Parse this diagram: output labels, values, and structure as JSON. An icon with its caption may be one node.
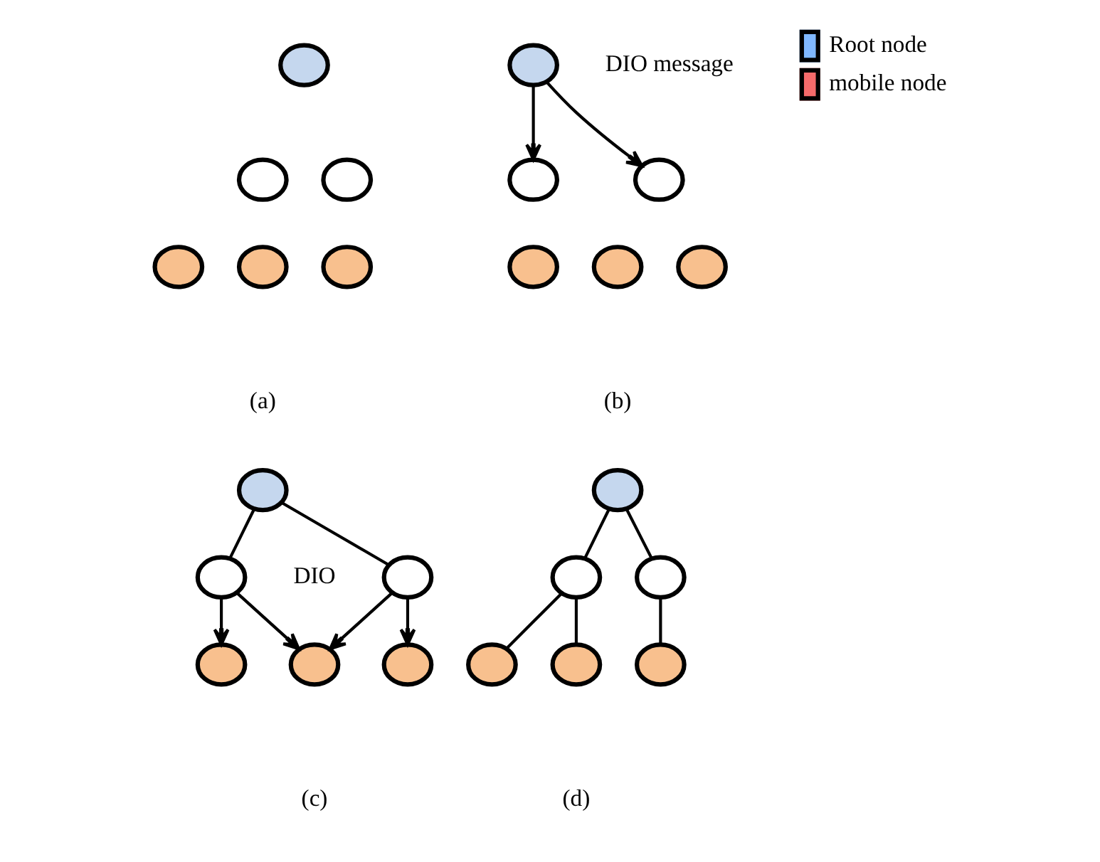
{
  "diagram": {
    "nodes": [
      {
        "text": [],
        "shape": "circle"
      },
      {
        "text": [],
        "shape": "circle"
      },
      {
        "text": [],
        "shape": "circle"
      },
      {
        "text": [],
        "shape": "circle"
      },
      {
        "text": [],
        "shape": "circle"
      },
      {
        "text": [],
        "shape": "circle"
      },
      {
        "text": [],
        "shape": "circle"
      },
      {
        "text": [],
        "shape": "circle"
      },
      {
        "text": [],
        "shape": "circle"
      },
      {
        "text": [],
        "shape": "circle"
      },
      {
        "text": [],
        "shape": "circle"
      },
      {
        "text": [],
        "shape": "circle"
      },
      {
        "text": [],
        "shape": "circle"
      },
      {
        "text": [],
        "shape": "circle"
      },
      {
        "text": [],
        "shape": "circle"
      },
      {
        "text": [],
        "shape": "circle"
      },
      {
        "text": [],
        "shape": "circle"
      },
      {
        "text": [],
        "shape": "circle"
      },
      {
        "text": [],
        "shape": "circle"
      },
      {
        "text": [],
        "shape": "circle"
      },
      {
        "text": [],
        "shape": "circle"
      },
      {
        "text": [],
        "shape": "circle"
      },
      {
        "text": [],
        "shape": "circle"
      },
      {
        "text": [],
        "shape": "circle"
      }
    ],
    "edges": [
      {
        "from": 6,
        "to": 7,
        "arrow": "to"
      },
      {
        "from": 6,
        "to": 8,
        "arrow": "to"
      },
      {
        "from": 12,
        "to": 13,
        "arrow": "none"
      },
      {
        "from": 12,
        "to": 14,
        "arrow": "none"
      },
      {
        "from": 13,
        "to": 15,
        "arrow": "to"
      },
      {
        "from": 13,
        "to": 16,
        "arrow": "to"
      },
      {
        "from": 14,
        "to": 16,
        "arrow": "to"
      },
      {
        "from": 14,
        "to": 17,
        "arrow": "to"
      },
      {
        "from": 18,
        "to": 19,
        "arrow": "none"
      },
      {
        "from": 18,
        "to": 20,
        "arrow": "none"
      },
      {
        "from": 19,
        "to": 21,
        "arrow": "none"
      },
      {
        "from": 19,
        "to": 22,
        "arrow": "none"
      },
      {
        "from": 20,
        "to": 23,
        "arrow": "none"
      }
    ],
    "labels": [
      "(a)",
      "DIO message",
      "(b)",
      "DIO",
      "(c)",
      "(d)"
    ],
    "legend": [
      {
        "text": "Root node",
        "color": "#80b8ff"
      },
      {
        "text": "mobile node",
        "color": "#f56b6b"
      }
    ]
  }
}
